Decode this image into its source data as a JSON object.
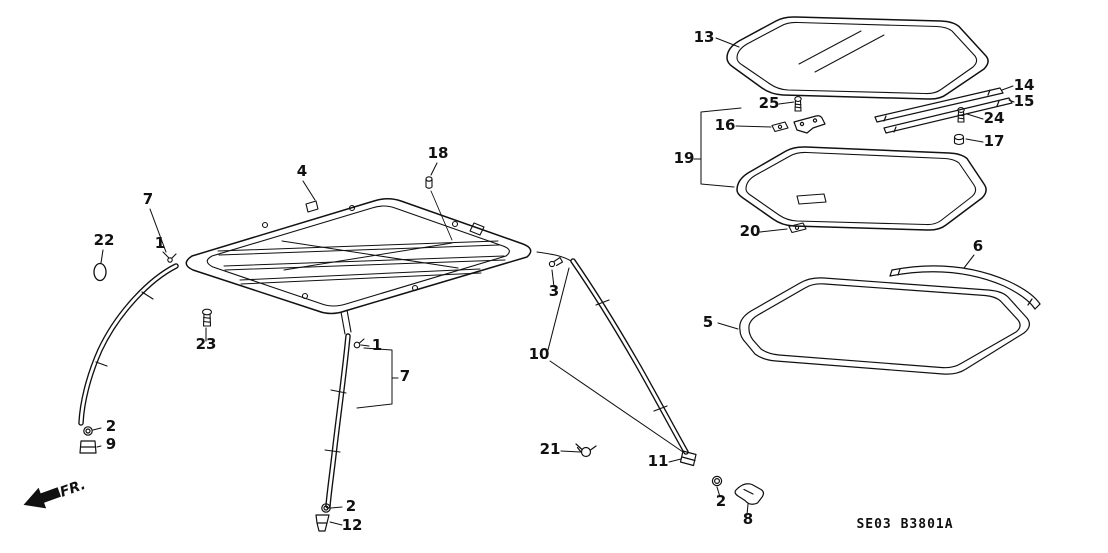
{
  "figure": {
    "type": "exploded-parts-diagram",
    "subject": "sliding sunroof assembly",
    "diagram_code": "SE03 B3801A",
    "direction_indicator": "FR."
  },
  "colors": {
    "ink": "#111111",
    "background": "#ffffff"
  },
  "callouts": {
    "c13": "13",
    "c14": "14",
    "c15": "15",
    "c25": "25",
    "c16": "16",
    "c24": "24",
    "c17": "17",
    "c19": "19",
    "c20": "20",
    "c6": "6",
    "c5": "5",
    "c4": "4",
    "c18": "18",
    "c7_left": "7",
    "c22": "22",
    "c1_left": "1",
    "c23": "23",
    "c2_left": "2",
    "c9": "9",
    "c1_center": "1",
    "c7_center": "7",
    "c3": "3",
    "c10": "10",
    "c21": "21",
    "c11": "11",
    "c2_center": "2",
    "c12": "12",
    "c2_right": "2",
    "c8": "8"
  }
}
